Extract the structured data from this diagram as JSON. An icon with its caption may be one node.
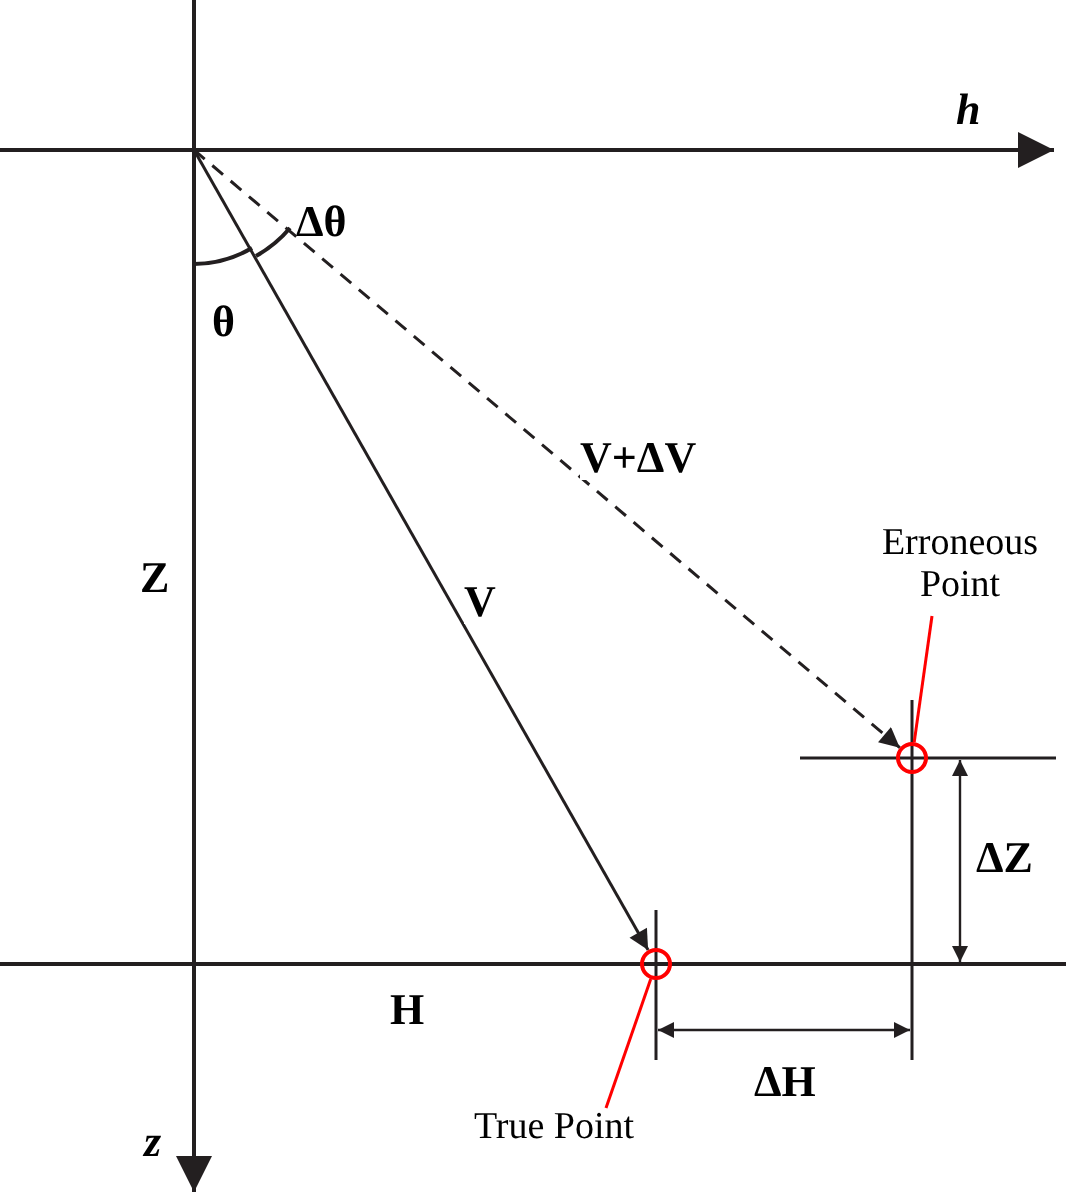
{
  "diagram": {
    "nodes": [
      {
        "text": [
          "True Point"
        ]
      },
      {
        "text": [],
        "shape": "circle"
      },
      {
        "text": [
          "Erroneous Point"
        ]
      },
      {
        "text": [],
        "shape": "circle"
      }
    ],
    "edges": [
      {
        "from": null,
        "to": 1,
        "arrow": "to",
        "label": "V"
      },
      {
        "from": null,
        "to": 3,
        "arrow": "to",
        "label": "V+ΔV",
        "style": "dashed"
      },
      {
        "from": 0,
        "to": 1,
        "arrow": "none",
        "color": "#ff0000"
      },
      {
        "from": 2,
        "to": 3,
        "arrow": "none",
        "color": "#ff0000"
      }
    ],
    "labels": [
      "h",
      "Δθ",
      "θ",
      "Z",
      "H",
      "ΔH",
      "ΔZ",
      "z"
    ]
  }
}
